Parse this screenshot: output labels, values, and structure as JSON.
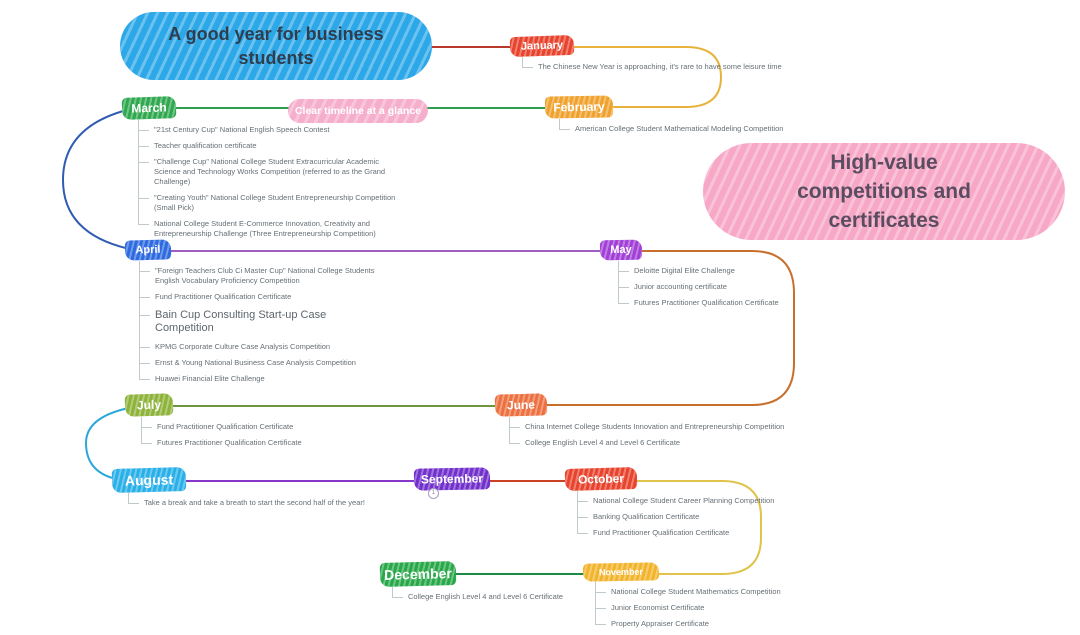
{
  "canvas": {
    "background": "#ffffff"
  },
  "root_bubble": {
    "text": "A good year for business students",
    "fill": "#2ca7e8",
    "text_color": "#2f3e4e"
  },
  "floating_bubbles": {
    "clear_timeline": {
      "text": "Clear timeline at a glance",
      "fill": "#f5aecb",
      "text_color": "#ffffff"
    },
    "high_value": {
      "text": "High-value competitions and certificates",
      "fill": "#f7a8c6",
      "text_color": "#5a4d61"
    }
  },
  "badges": {
    "september_collapsed_count": "1"
  },
  "connectors": {
    "root_jan": "#b8382a",
    "jan_feb": "#e7b33c",
    "feb_mar": "#2e9e50",
    "mar_apr": "#2f5cb0",
    "apr_may": "#a05cc2",
    "may_jun": "#c96f2e",
    "jun_jul": "#6e9440",
    "jul_aug": "#2ba8d8",
    "aug_sep": "#8636c8",
    "sep_oct": "#cc4125",
    "oct_nov": "#e0c34c",
    "nov_dec": "#1f8a46",
    "item_tick": "#c0cacc"
  },
  "months": [
    {
      "name": "January",
      "color": "#e8432d",
      "items": [
        {
          "text": "The Chinese New Year is approaching, it's rare to have some leisure time"
        }
      ]
    },
    {
      "name": "February",
      "color": "#f0a22f",
      "items": [
        {
          "text": "American College Student Mathematical Modeling Competition"
        }
      ]
    },
    {
      "name": "March",
      "color": "#2fa84f",
      "items": [
        {
          "text": "\"21st Century Cup\" National English Speech Contest"
        },
        {
          "text": "Teacher qualification certificate"
        },
        {
          "text": "\"Challenge Cup\" National College Student Extracurricular Academic Science and Technology Works Competition (referred to as the Grand Challenge)"
        },
        {
          "text": "\"Creating Youth\" National College Student Entrepreneurship Competition (Small Pick)"
        },
        {
          "text": "National College Student E-Commerce Innovation, Creativity and Entrepreneurship Challenge (Three Entrepreneurship Competition)"
        }
      ]
    },
    {
      "name": "April",
      "color": "#2f6be0",
      "items": [
        {
          "text": "\"Foreign Teachers Club Ci Master Cup\" National College Students English Vocabulary Proficiency Competition"
        },
        {
          "text": "Fund Practitioner Qualification Certificate"
        },
        {
          "text": "Bain Cup Consulting Start-up Case Competition",
          "emphasis": true
        },
        {
          "text": "KPMG Corporate Culture Case Analysis Competition"
        },
        {
          "text": "Ernst & Young National Business Case Analysis Competition"
        },
        {
          "text": "Huawei Financial Elite Challenge"
        }
      ]
    },
    {
      "name": "May",
      "color": "#a13fd6",
      "items": [
        {
          "text": "Deloitte Digital Elite Challenge"
        },
        {
          "text": "Junior accounting certificate"
        },
        {
          "text": "Futures Practitioner Qualification Certificate"
        }
      ]
    },
    {
      "name": "June",
      "color": "#ec7040",
      "items": [
        {
          "text": "China Internet College Students Innovation and Entrepreneurship Competition"
        },
        {
          "text": "College English Level 4 and Level 6 Certificate"
        }
      ]
    },
    {
      "name": "July",
      "color": "#8db33a",
      "items": [
        {
          "text": "Fund Practitioner Qualification Certificate"
        },
        {
          "text": "Futures Practitioner Qualification Certificate"
        }
      ]
    },
    {
      "name": "August",
      "color": "#29b0e8",
      "items": [
        {
          "text": "Take a break and take a breath to start the second half of the year!"
        }
      ]
    },
    {
      "name": "September",
      "color": "#7230cc",
      "items": []
    },
    {
      "name": "October",
      "color": "#e8432d",
      "items": [
        {
          "text": "National College Student Career Planning Competition"
        },
        {
          "text": "Banking Qualification Certificate"
        },
        {
          "text": "Fund Practitioner Qualification Certificate"
        }
      ]
    },
    {
      "name": "November",
      "color": "#f2b42c",
      "items": [
        {
          "text": "National College Student Mathematics Competition"
        },
        {
          "text": "Junior Economist Certificate"
        },
        {
          "text": "Property Appraiser Certificate"
        }
      ]
    },
    {
      "name": "December",
      "color": "#29a84a",
      "items": [
        {
          "text": "College English Level 4 and Level 6 Certificate"
        }
      ]
    }
  ]
}
